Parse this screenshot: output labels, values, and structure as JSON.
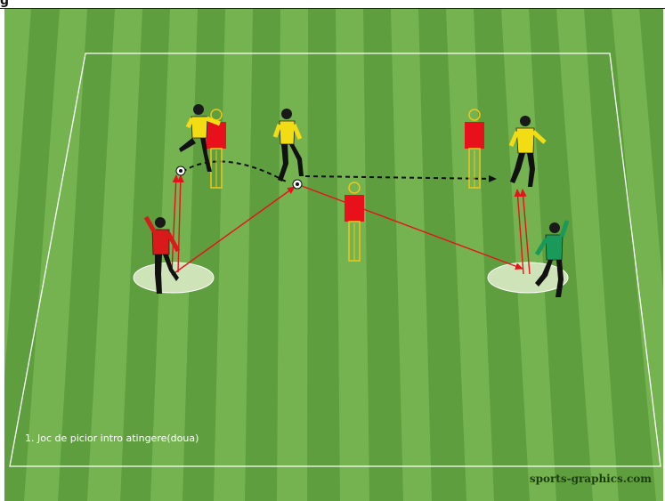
{
  "header": {
    "glyph": "g"
  },
  "drill": {
    "caption": "1. Joc de picior intro atingere(doua)"
  },
  "branding": {
    "watermark": "sports-graphics.com"
  },
  "colors": {
    "grass_dark": "#5e9e3e",
    "grass_light": "#74b350",
    "field_line": "#ffffff",
    "pass_arrow": "#e8101a",
    "run_arrow": "#111111",
    "mannequin_red": "#e8101a",
    "mannequin_outline": "#f2c618",
    "player_yellow": "#f2dc14",
    "player_red": "#d91a1a",
    "player_green": "#1a9a5a",
    "start_zone": "#cfe3b8"
  },
  "elements": {
    "start_zones": [
      "left-start-zone",
      "right-start-zone"
    ],
    "mannequins": [
      "mannequin-left",
      "mannequin-center",
      "mannequin-right"
    ],
    "players": [
      "red-player",
      "green-player",
      "yellow-player-left",
      "yellow-player-center",
      "yellow-player-right"
    ],
    "balls": [
      "ball-left",
      "ball-center"
    ]
  }
}
